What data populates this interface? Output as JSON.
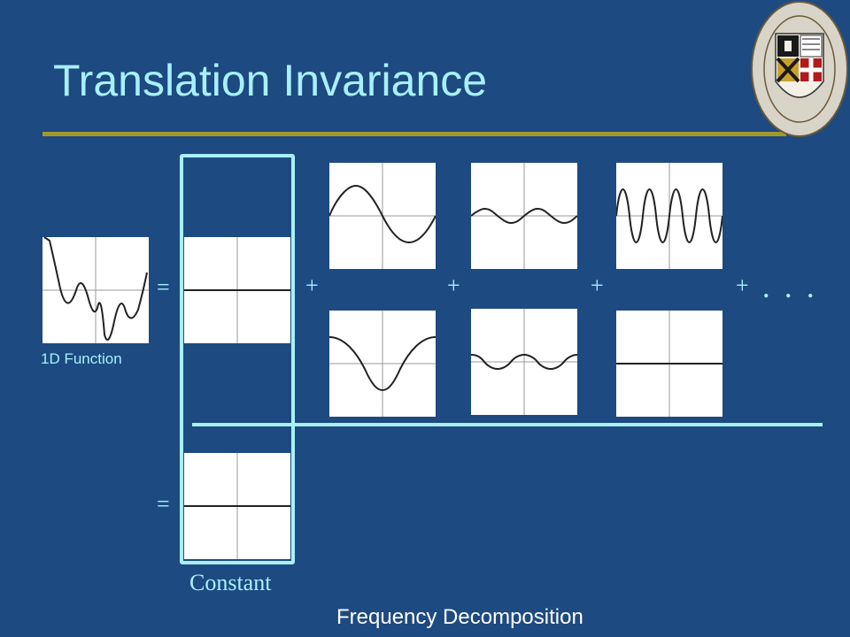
{
  "slide": {
    "title": "Translation Invariance",
    "function_label": "1D Function",
    "constant_label": "Constant",
    "footer_label": "Frequency Decomposition",
    "equals": "=",
    "plus": "+",
    "ellipsis": ". . ."
  },
  "colors": {
    "background": "#1d4a80",
    "title_text": "#a8f0ff",
    "rule": "#a09a2a",
    "highlight": "#a8f0ff"
  },
  "icons": {
    "seal": "university-seal-icon"
  }
}
